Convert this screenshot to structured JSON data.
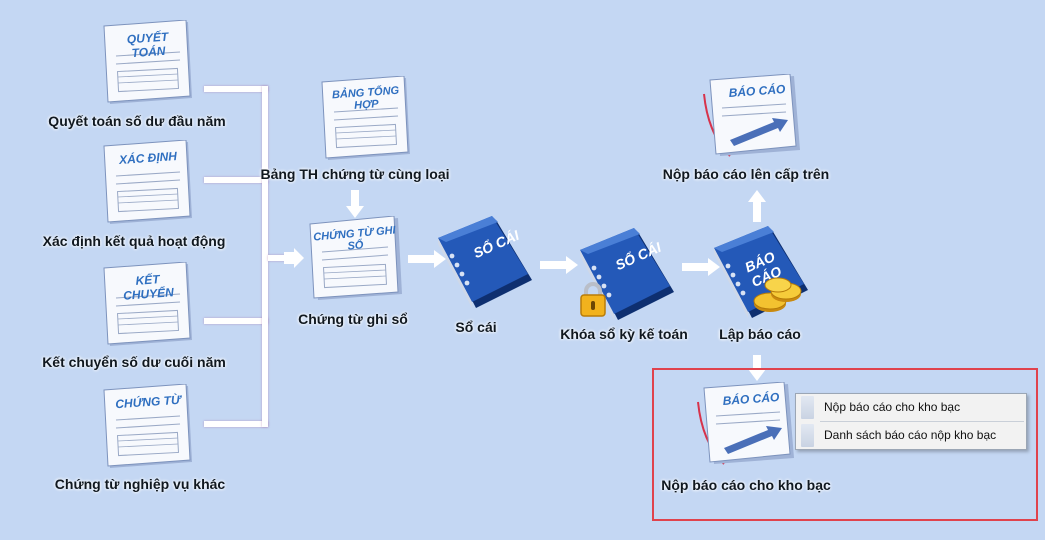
{
  "nodes": {
    "quyet_toan": {
      "label": "Quyết toán số dư đầu năm",
      "doc_title": "QUYẾT TOÁN"
    },
    "xac_dinh": {
      "label": "Xác định kết quả hoạt động",
      "doc_title": "XÁC ĐỊNH"
    },
    "ket_chuyen": {
      "label": "Kết chuyển số dư cuối năm",
      "doc_title": "KẾT CHUYỂN"
    },
    "chung_tu": {
      "label": "Chứng từ nghiệp vụ khác",
      "doc_title": "CHỨNG TỪ"
    },
    "bang_tong_hop": {
      "label": "Bảng TH chứng từ cùng loại",
      "doc_title": "BẢNG TỔNG HỢP"
    },
    "chung_tu_ghi_so": {
      "label": "Chứng từ ghi sổ",
      "doc_title": "CHỨNG TỪ GHI SỔ"
    },
    "so_cai": {
      "label": "Sổ cái",
      "book_title": "SỔ CÁI"
    },
    "khoa_so": {
      "label": "Khóa sổ kỳ kế toán",
      "book_title": "SỔ CÁI"
    },
    "lap_bao_cao": {
      "label": "Lập báo cáo",
      "book_title": "BÁO CÁO"
    },
    "nop_cap_tren": {
      "label": "Nộp báo cáo lên cấp trên",
      "doc_title": "BÁO CÁO"
    },
    "nop_kho_bac": {
      "label": "Nộp báo cáo cho kho bạc",
      "doc_title": "BÁO CÁO"
    }
  },
  "context_menu": {
    "items": [
      {
        "label": "Nộp báo cáo cho kho bạc"
      },
      {
        "label": "Danh sách báo cáo nộp kho bạc"
      }
    ]
  },
  "colors": {
    "background": "#c4d7f3",
    "doc_title": "#2f6fc0",
    "book": "#1f4fa8",
    "highlight_border": "#e0424c"
  },
  "icons": {
    "padlock": "lock-icon",
    "coins": "coins-icon",
    "chart_arrow": "chart-arrow-icon"
  }
}
